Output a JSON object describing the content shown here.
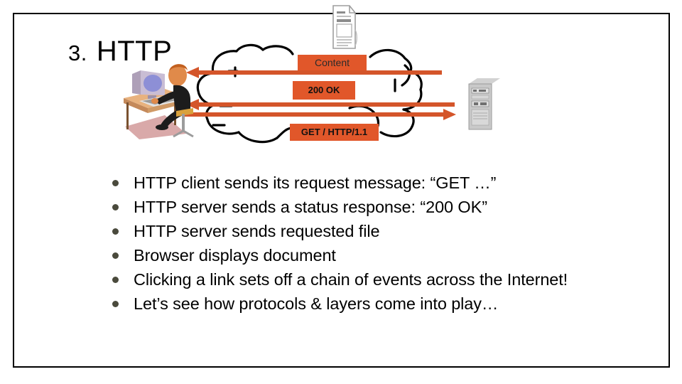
{
  "slide": {
    "title_number": "3.",
    "title_text": "HTTP",
    "background_color": "#ffffff",
    "border_color": "#000000"
  },
  "diagram": {
    "name": "http-request-response-diagram",
    "accent_color": "#E1572A",
    "cloud_stroke_color": "#000000",
    "client_icon": "person-at-computer-icon",
    "server_icon": "tower-server-icon",
    "document_icon": "document-page-icon",
    "cloud_icon": "network-cloud-icon",
    "labels": {
      "content": "Content",
      "status": "200 OK",
      "request": "GET / HTTP/1.1"
    },
    "arrows": [
      {
        "name": "arrow-content-to-client",
        "direction": "left"
      },
      {
        "name": "arrow-status-to-client",
        "direction": "left"
      },
      {
        "name": "arrow-request-to-server",
        "direction": "right"
      }
    ]
  },
  "bullets": [
    {
      "text": "HTTP client sends its request message: “GET …”"
    },
    {
      "text": "HTTP server sends a status response: “200 OK”"
    },
    {
      "text": "HTTP server sends requested file"
    },
    {
      "text": "Browser displays document"
    },
    {
      "text": "Clicking a link sets off a chain of events across the Internet!"
    },
    {
      "text": "Let’s see how protocols & layers come into play…"
    }
  ]
}
